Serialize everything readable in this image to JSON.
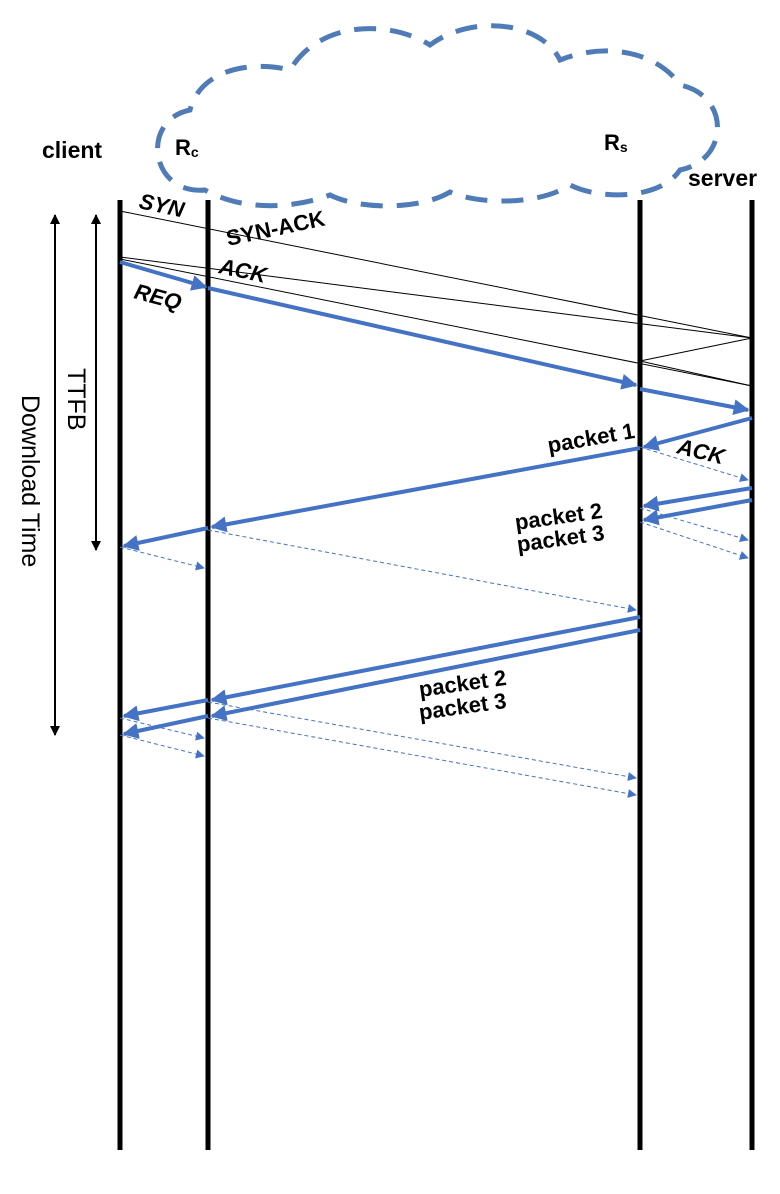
{
  "nodes": {
    "client": "client",
    "server": "server",
    "rc_main": "R",
    "rc_sub": "c",
    "rs_main": "R",
    "rs_sub": "s"
  },
  "messages": {
    "syn": "SYN",
    "syn_ack": "SYN-ACK",
    "ack": "ACK",
    "req": "REQ",
    "packet1": "packet 1",
    "ack_server": "ACK",
    "packet2_a": "packet 2",
    "packet3_a": "packet 3",
    "packet2_b": "packet 2",
    "packet3_b": "packet 3"
  },
  "intervals": {
    "ttfb": "TTFB",
    "download_time": "Download Time"
  },
  "colors": {
    "flow": "#4472C4",
    "line": "#000000",
    "cloud_stroke": "#4F7BB7"
  }
}
